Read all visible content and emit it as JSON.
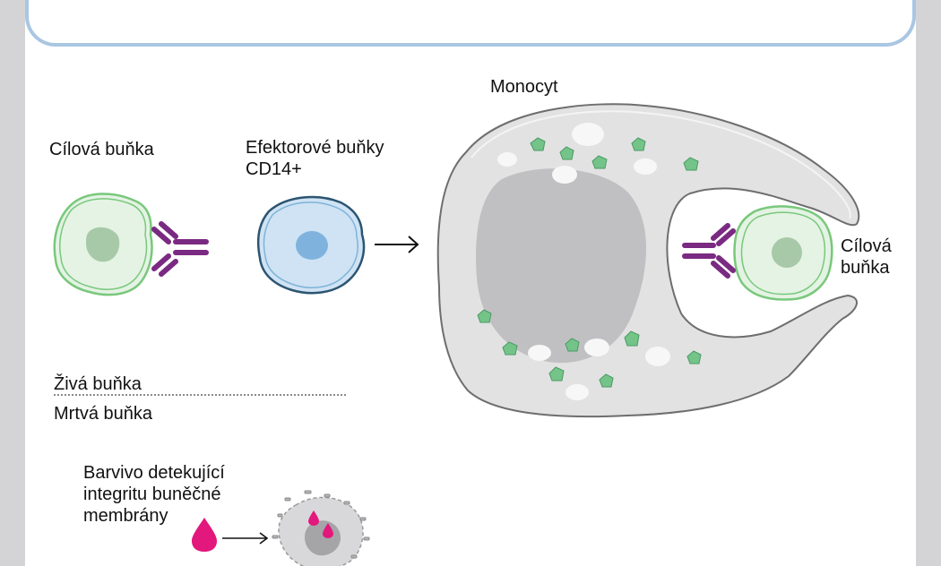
{
  "labels": {
    "target_cell_left": "Cílová buňka",
    "effector_cells": "Efektorové buňky\nCD14+",
    "monocyte": "Monocyt",
    "target_cell_right": "Cílová\nbuňka",
    "live_cell": "Živá buňka",
    "dead_cell": "Mrtvá buňka",
    "dye": "Barvivo detekující\nintegritu buněčné\nmembrány"
  },
  "colors": {
    "target_fill": "#e4f3e4",
    "target_stroke": "#79c87c",
    "effector_fill": "#cfe3f4",
    "effector_stroke": "#2c5572",
    "monocyte_fill": "#e2e2e3",
    "nucleus": "#c0c0c2",
    "granule_green": "#74c48a",
    "antibody": "#7a2a82",
    "dye": "#e2187d",
    "frame_blue": "#a9c6e2"
  }
}
